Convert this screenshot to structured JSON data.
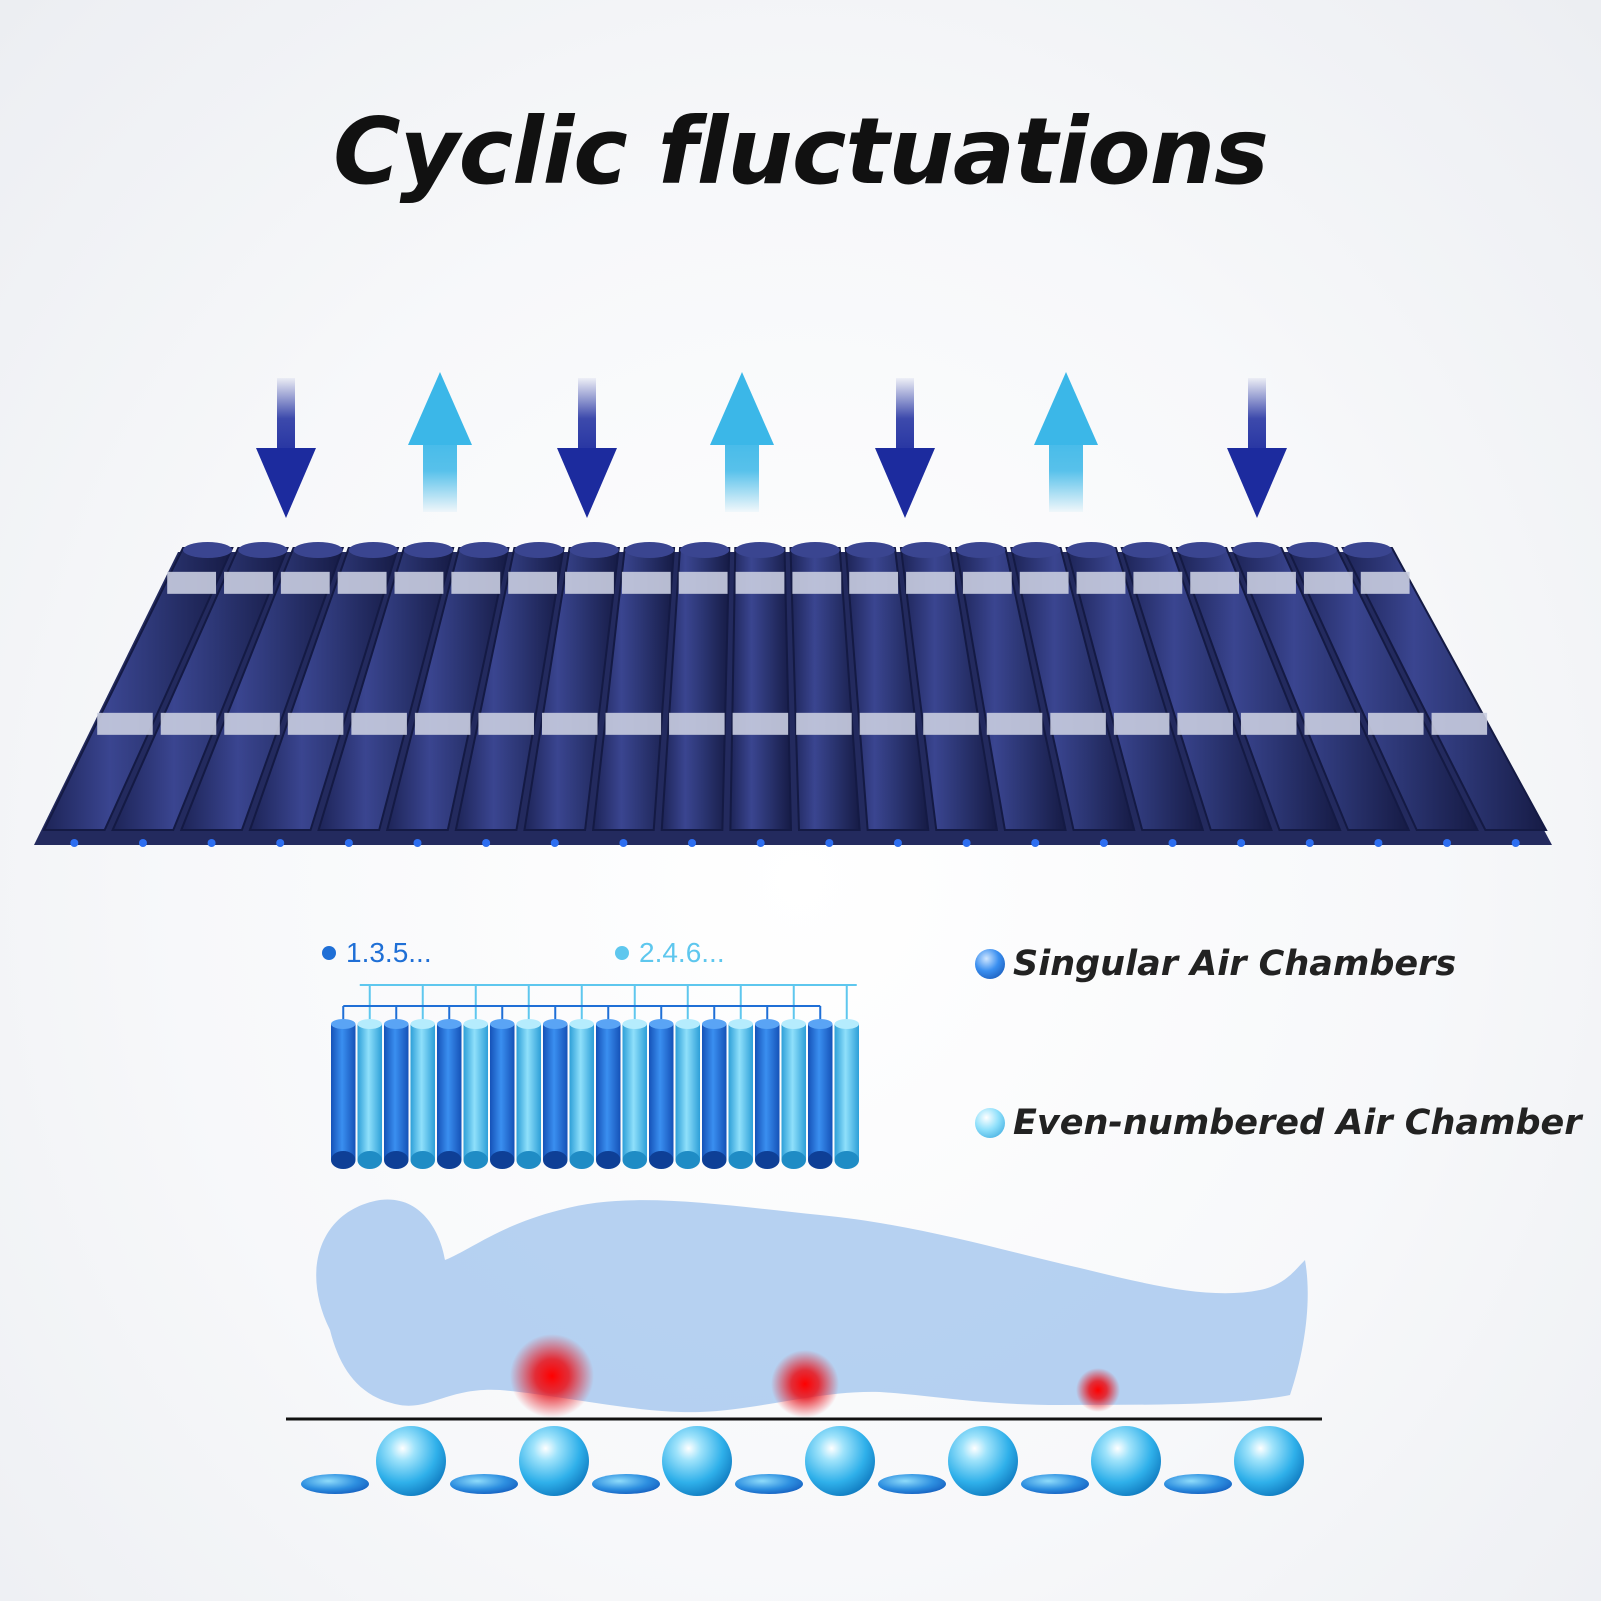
{
  "title": "Cyclic fluctuations",
  "arrows": [
    "down",
    "up",
    "down",
    "up",
    "down",
    "up",
    "down"
  ],
  "diagram": {
    "odd_label": "1.3.5...",
    "even_label": "2.4.6..."
  },
  "legend": {
    "odd": "Singular Air Chambers",
    "even": "Even-numbered Air Chamber"
  },
  "colors": {
    "odd_chamber": "#1f6fd6",
    "even_chamber": "#5ec7ee",
    "arrow_down": "#1c2b9e",
    "arrow_up": "#3bb7e8",
    "mattress": "#2c3674",
    "body": "#a9c9ee",
    "pressure": "#e3131b"
  }
}
